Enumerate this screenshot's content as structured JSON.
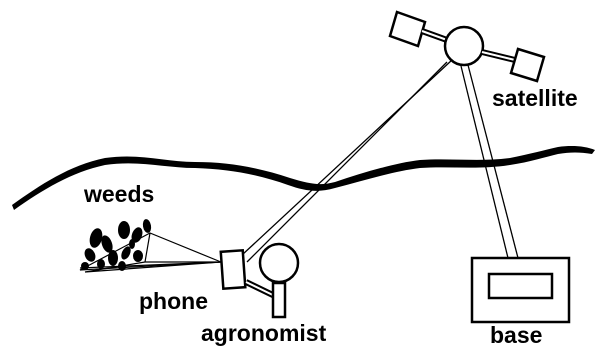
{
  "labels": {
    "satellite": "satellite",
    "weeds": "weeds",
    "phone": "phone",
    "agronomist": "agronomist",
    "base": "base"
  },
  "colors": {
    "ink": "#000000",
    "paper": "#ffffff"
  }
}
